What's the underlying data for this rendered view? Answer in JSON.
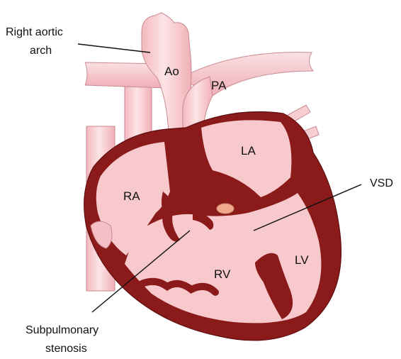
{
  "labels": {
    "right_aortic_arch_line1": "Right aortic",
    "right_aortic_arch_line2": "arch",
    "ao": "Ao",
    "pa": "PA",
    "la": "LA",
    "ra": "RA",
    "rv": "RV",
    "lv": "LV",
    "vsd": "VSD",
    "subpulmonary_line1": "Subpulmonary",
    "subpulmonary_line2": "stenosis"
  },
  "colors": {
    "myocardium": "#8b1a1a",
    "chamber_fill": "#f7c9cc",
    "vessel_fill": "#f8d3d6",
    "vessel_shadow": "#e8a3aa",
    "outline": "#7a1f2a"
  }
}
